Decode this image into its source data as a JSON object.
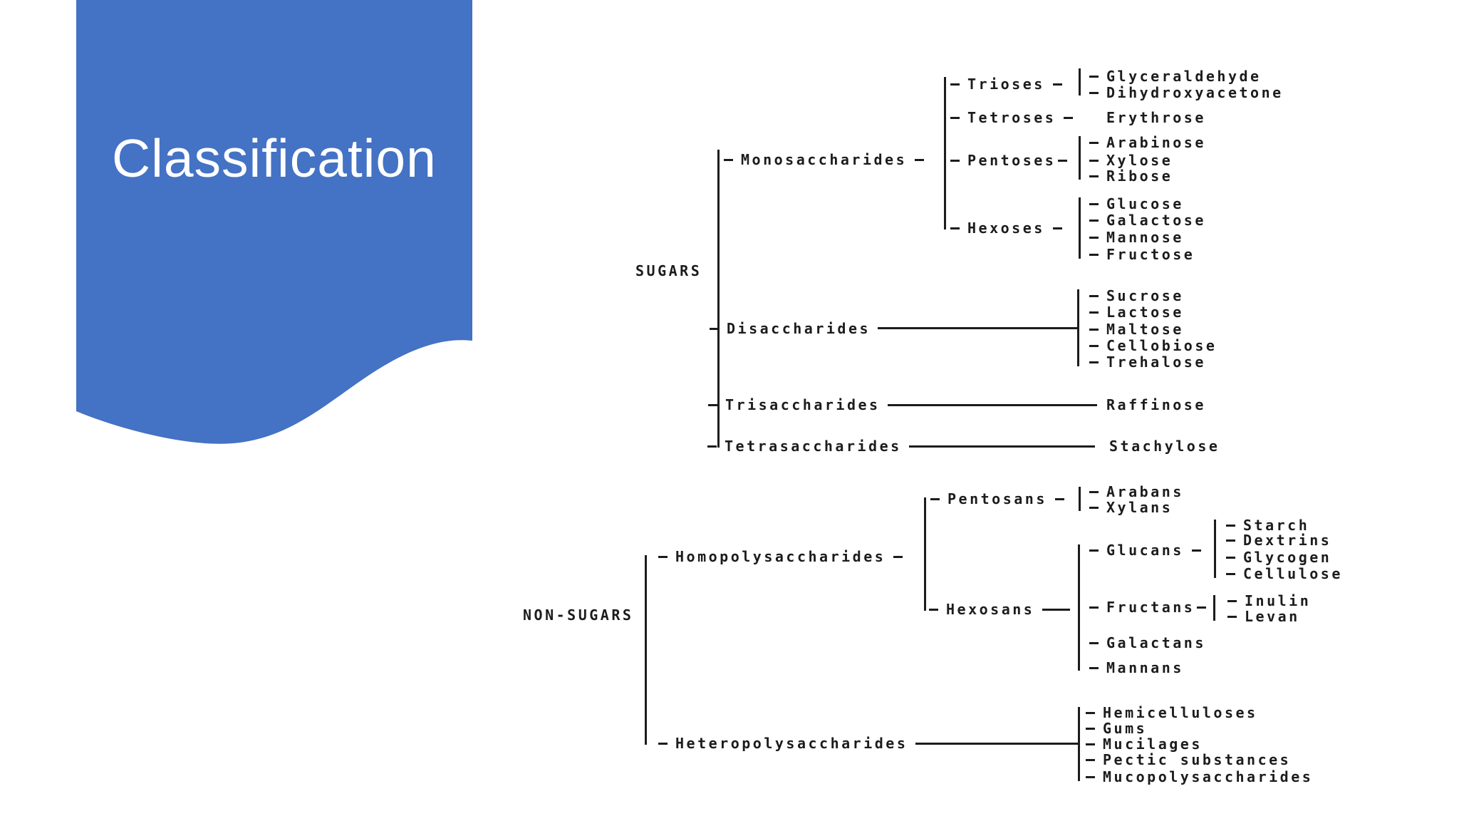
{
  "slide": {
    "title": "Classification"
  },
  "colors": {
    "accent_blue": "#4472C4",
    "ink": "#1c1c1c",
    "background": "#ffffff",
    "title_text": "#ffffff"
  },
  "diagram": {
    "sugars": {
      "label": "SUGARS",
      "monosaccharides": {
        "label": "Monosaccharides",
        "trioses": {
          "label": "Trioses",
          "leaves": [
            "Glyceraldehyde",
            "Dihydroxyacetone"
          ]
        },
        "tetroses": {
          "label": "Tetroses",
          "leaves": [
            "Erythrose"
          ]
        },
        "pentoses": {
          "label": "Pentoses",
          "leaves": [
            "Arabinose",
            "Xylose",
            "Ribose"
          ]
        },
        "hexoses": {
          "label": "Hexoses",
          "leaves": [
            "Glucose",
            "Galactose",
            "Mannose",
            "Fructose"
          ]
        }
      },
      "disaccharides": {
        "label": "Disaccharides",
        "leaves": [
          "Sucrose",
          "Lactose",
          "Maltose",
          "Cellobiose",
          "Trehalose"
        ]
      },
      "trisaccharides": {
        "label": "Trisaccharides",
        "leaves": [
          "Raffinose"
        ]
      },
      "tetrasaccharides": {
        "label": "Tetrasaccharides",
        "leaves": [
          "Stachylose"
        ]
      }
    },
    "non_sugars": {
      "label": "NON-SUGARS",
      "homopolysaccharides": {
        "label": "Homopolysaccharides",
        "pentosans": {
          "label": "Pentosans",
          "leaves": [
            "Arabans",
            "Xylans"
          ]
        },
        "hexosans": {
          "label": "Hexosans",
          "glucans": {
            "label": "Glucans",
            "leaves": [
              "Starch",
              "Dextrins",
              "Glycogen",
              "Cellulose"
            ]
          },
          "fructans": {
            "label": "Fructans",
            "leaves": [
              "Inulin",
              "Levan"
            ]
          },
          "galactans": {
            "label": "Galactans"
          },
          "mannans": {
            "label": "Mannans"
          }
        }
      },
      "heteropolysaccharides": {
        "label": "Heteropolysaccharides",
        "leaves": [
          "Hemicelluloses",
          "Gums",
          "Mucilages",
          "Pectic substances",
          "Mucopolysaccharides"
        ]
      }
    }
  }
}
